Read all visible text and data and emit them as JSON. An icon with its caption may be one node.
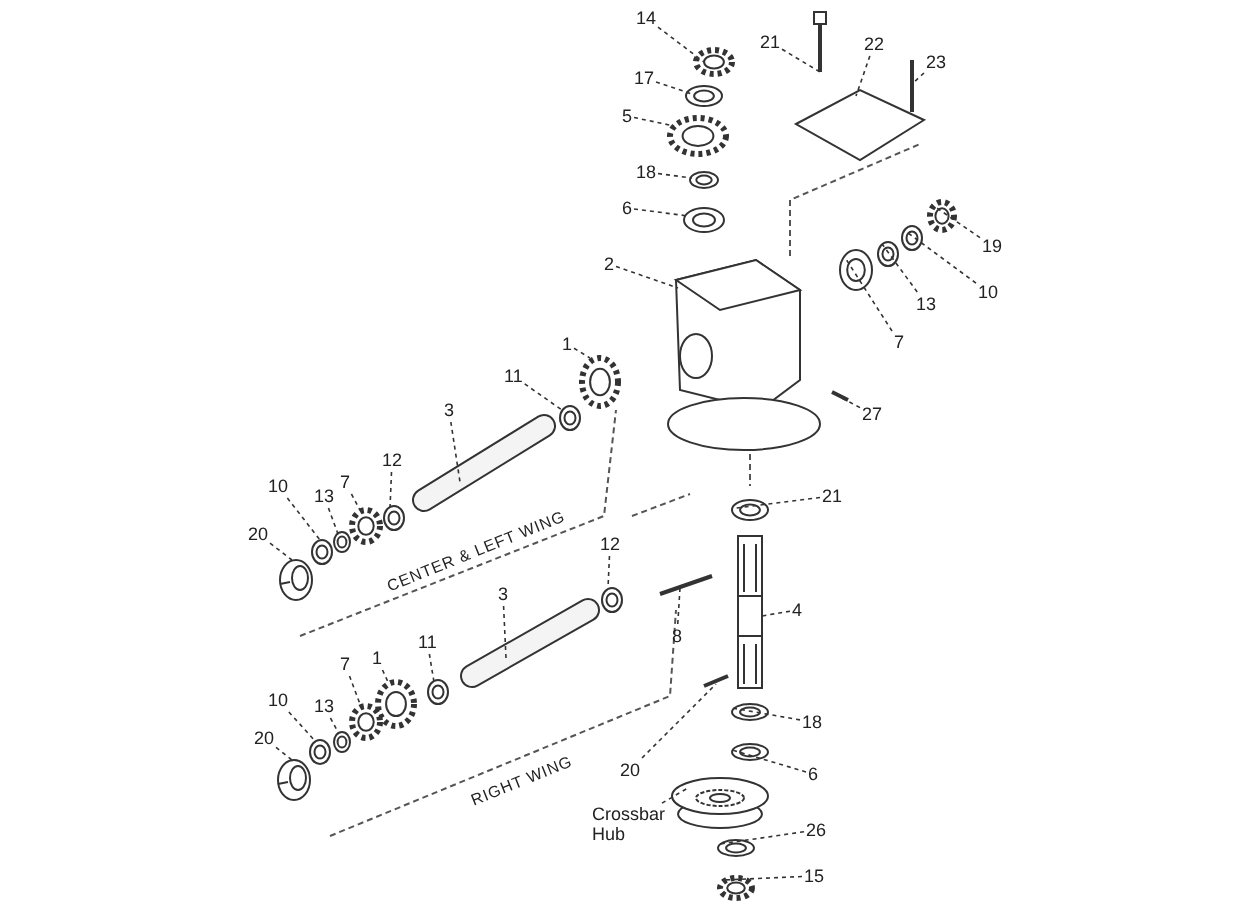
{
  "diagram": {
    "nodes": [
      {
        "text": [
          "14"
        ]
      },
      {
        "text": [
          "21"
        ]
      },
      {
        "text": [
          "22"
        ]
      },
      {
        "text": [
          "23"
        ]
      },
      {
        "text": [
          "17"
        ]
      },
      {
        "text": [
          "5"
        ]
      },
      {
        "text": [
          "18"
        ]
      },
      {
        "text": [
          "6"
        ]
      },
      {
        "text": [
          "19"
        ]
      },
      {
        "text": [
          "2"
        ]
      },
      {
        "text": [
          "13"
        ]
      },
      {
        "text": [
          "10"
        ]
      },
      {
        "text": [
          "7"
        ]
      },
      {
        "text": [
          "1"
        ]
      },
      {
        "text": [
          "11"
        ]
      },
      {
        "text": [
          "27"
        ]
      },
      {
        "text": [
          "3"
        ]
      },
      {
        "text": [
          "12"
        ]
      },
      {
        "text": [
          "7"
        ]
      },
      {
        "text": [
          "13"
        ]
      },
      {
        "text": [
          "10"
        ]
      },
      {
        "text": [
          "20"
        ]
      },
      {
        "text": [
          "21"
        ]
      },
      {
        "text": [
          "12"
        ]
      },
      {
        "text": [
          "4"
        ]
      },
      {
        "text": [
          "8"
        ]
      },
      {
        "text": [
          "3"
        ]
      },
      {
        "text": [
          "11"
        ]
      },
      {
        "text": [
          "1"
        ]
      },
      {
        "text": [
          "7"
        ]
      },
      {
        "text": [
          "13"
        ]
      },
      {
        "text": [
          "10"
        ]
      },
      {
        "text": [
          "20"
        ]
      },
      {
        "text": [
          "18"
        ]
      },
      {
        "text": [
          "20"
        ]
      },
      {
        "text": [
          "6"
        ]
      },
      {
        "text": [
          "Crossbar Hub"
        ]
      },
      {
        "text": [
          "26"
        ]
      },
      {
        "text": [
          "15"
        ]
      },
      {
        "text": [],
        "shape": "picture"
      },
      {
        "text": [],
        "shape": "picture"
      },
      {
        "text": [],
        "shape": "picture"
      },
      {
        "text": [],
        "shape": "picture"
      },
      {
        "text": [],
        "shape": "picture"
      },
      {
        "text": [],
        "shape": "picture"
      },
      {
        "text": [],
        "shape": "picture"
      },
      {
        "text": [],
        "shape": "picture"
      },
      {
        "text": [],
        "shape": "picture"
      },
      {
        "text": [],
        "shape": "picture"
      },
      {
        "text": [],
        "shape": "picture"
      },
      {
        "text": [],
        "shape": "picture"
      },
      {
        "text": [],
        "shape": "picture"
      },
      {
        "text": [],
        "shape": "picture"
      },
      {
        "text": [],
        "shape": "picture"
      },
      {
        "text": [],
        "shape": "picture"
      },
      {
        "text": [],
        "shape": "picture"
      },
      {
        "text": [],
        "shape": "picture"
      },
      {
        "text": [],
        "shape": "picture"
      },
      {
        "text": [],
        "shape": "picture"
      },
      {
        "text": [],
        "shape": "picture"
      },
      {
        "text": [],
        "shape": "picture"
      },
      {
        "text": [],
        "shape": "picture"
      },
      {
        "text": [],
        "shape": "picture"
      },
      {
        "text": [],
        "shape": "picture"
      },
      {
        "text": [],
        "shape": "picture"
      },
      {
        "text": [],
        "shape": "picture"
      },
      {
        "text": [],
        "shape": "picture"
      },
      {
        "text": [],
        "shape": "picture"
      },
      {
        "text": [],
        "shape": "picture"
      },
      {
        "text": [],
        "shape": "picture"
      },
      {
        "text": [],
        "shape": "picture"
      },
      {
        "text": [],
        "shape": "picture"
      },
      {
        "text": [],
        "shape": "picture"
      },
      {
        "text": [],
        "shape": "picture"
      },
      {
        "text": [],
        "shape": "picture"
      },
      {
        "text": [],
        "shape": "picture"
      },
      {
        "text": [],
        "shape": "picture"
      },
      {
        "text": [],
        "shape": "picture"
      }
    ],
    "edges": [
      {
        "from": 0,
        "to": 39,
        "arrow": "none"
      },
      {
        "from": 1,
        "to": 40,
        "arrow": "none"
      },
      {
        "from": 2,
        "to": 41,
        "arrow": "none"
      },
      {
        "from": 3,
        "to": 42,
        "arrow": "none"
      },
      {
        "from": 4,
        "to": 43,
        "arrow": "none"
      },
      {
        "from": 5,
        "to": 44,
        "arrow": "none"
      },
      {
        "from": 6,
        "to": 45,
        "arrow": "none"
      },
      {
        "from": 7,
        "to": 46,
        "arrow": "none"
      },
      {
        "from": 8,
        "to": 47,
        "arrow": "none"
      },
      {
        "from": 9,
        "to": 48,
        "arrow": "none"
      },
      {
        "from": 10,
        "to": 49,
        "arrow": "none"
      },
      {
        "from": 11,
        "to": 50,
        "arrow": "none"
      },
      {
        "from": 12,
        "to": 51,
        "arrow": "none"
      },
      {
        "from": 13,
        "to": 52,
        "arrow": "none"
      },
      {
        "from": 14,
        "to": 53,
        "arrow": "none"
      },
      {
        "from": 15,
        "to": 54,
        "arrow": "none"
      },
      {
        "from": 16,
        "to": 55,
        "arrow": "none"
      },
      {
        "from": 17,
        "to": 56,
        "arrow": "none"
      },
      {
        "from": 18,
        "to": 57,
        "arrow": "none"
      },
      {
        "from": 19,
        "to": 58,
        "arrow": "none"
      },
      {
        "from": 20,
        "to": 59,
        "arrow": "none"
      },
      {
        "from": 21,
        "to": 60,
        "arrow": "none"
      },
      {
        "from": 22,
        "to": 61,
        "arrow": "none"
      },
      {
        "from": 23,
        "to": 62,
        "arrow": "none"
      },
      {
        "from": 24,
        "to": 63,
        "arrow": "none"
      },
      {
        "from": 25,
        "to": 64,
        "arrow": "none"
      },
      {
        "from": 26,
        "to": 65,
        "arrow": "none"
      },
      {
        "from": 27,
        "to": 66,
        "arrow": "none"
      },
      {
        "from": 28,
        "to": 67,
        "arrow": "none"
      },
      {
        "from": 29,
        "to": 68,
        "arrow": "none"
      },
      {
        "from": 30,
        "to": 69,
        "arrow": "none"
      },
      {
        "from": 31,
        "to": 70,
        "arrow": "none"
      },
      {
        "from": 32,
        "to": 71,
        "arrow": "none"
      },
      {
        "from": 33,
        "to": 72,
        "arrow": "none"
      },
      {
        "from": 34,
        "to": 73,
        "arrow": "none"
      },
      {
        "from": 35,
        "to": 74,
        "arrow": "none"
      },
      {
        "from": 36,
        "to": 75,
        "arrow": "none"
      },
      {
        "from": 37,
        "to": 76,
        "arrow": "none"
      },
      {
        "from": 38,
        "to": 77,
        "arrow": "none"
      }
    ],
    "labels": [
      "CENTER & LEFT WING",
      "RIGHT WING"
    ]
  }
}
